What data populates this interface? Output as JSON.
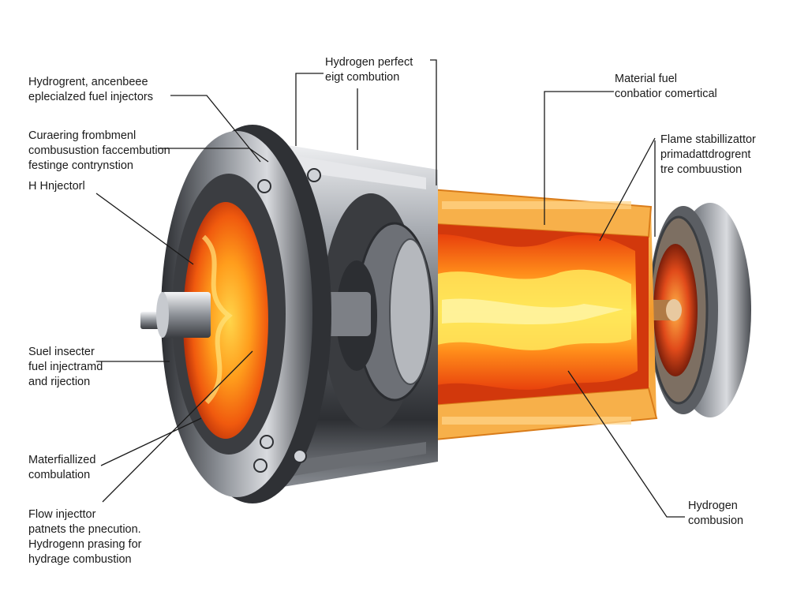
{
  "diagram": {
    "labels": [
      {
        "id": "hydrogen-perfect",
        "lines": [
          "Hydrogen perfect",
          "eigt combution"
        ]
      },
      {
        "id": "hydrogrent-injectors",
        "lines": [
          "Hydrogrent, ancenbeee",
          "eplecialzed fuel injectors"
        ]
      },
      {
        "id": "material-fuel",
        "lines": [
          "Material fuel",
          "conbatior comertical"
        ]
      },
      {
        "id": "curaering",
        "lines": [
          "Curaering frombmenl",
          "combusustion faccembution",
          "festinge contrynstion"
        ]
      },
      {
        "id": "flame-stabilizator",
        "lines": [
          "Flame stabillizattor",
          "primadattdrogrent",
          "tre combuustion"
        ]
      },
      {
        "id": "h-injector",
        "lines": [
          "H Hnjectorl"
        ]
      },
      {
        "id": "suel-insecter",
        "lines": [
          "Suel insecter",
          "fuel injectramd",
          "and rijection"
        ]
      },
      {
        "id": "materfiallized",
        "lines": [
          "Materfiallized",
          "combulation"
        ]
      },
      {
        "id": "hydrogen-combusion",
        "lines": [
          "Hydrogen",
          "combusion"
        ]
      },
      {
        "id": "flow-injector",
        "lines": [
          "Flow injecttor",
          "patnets the pnecution.",
          "Hydrogenn prasing for",
          "hydrage combustion"
        ]
      }
    ]
  },
  "colors": {
    "flame_core": "#ffe14a",
    "flame_mid": "#ff9a1a",
    "flame_outer": "#e8400c",
    "casing": "#f3a640",
    "metal_dark": "#3c3e42",
    "metal_light": "#c9ccd1",
    "leader_line": "#1a1a1a"
  }
}
